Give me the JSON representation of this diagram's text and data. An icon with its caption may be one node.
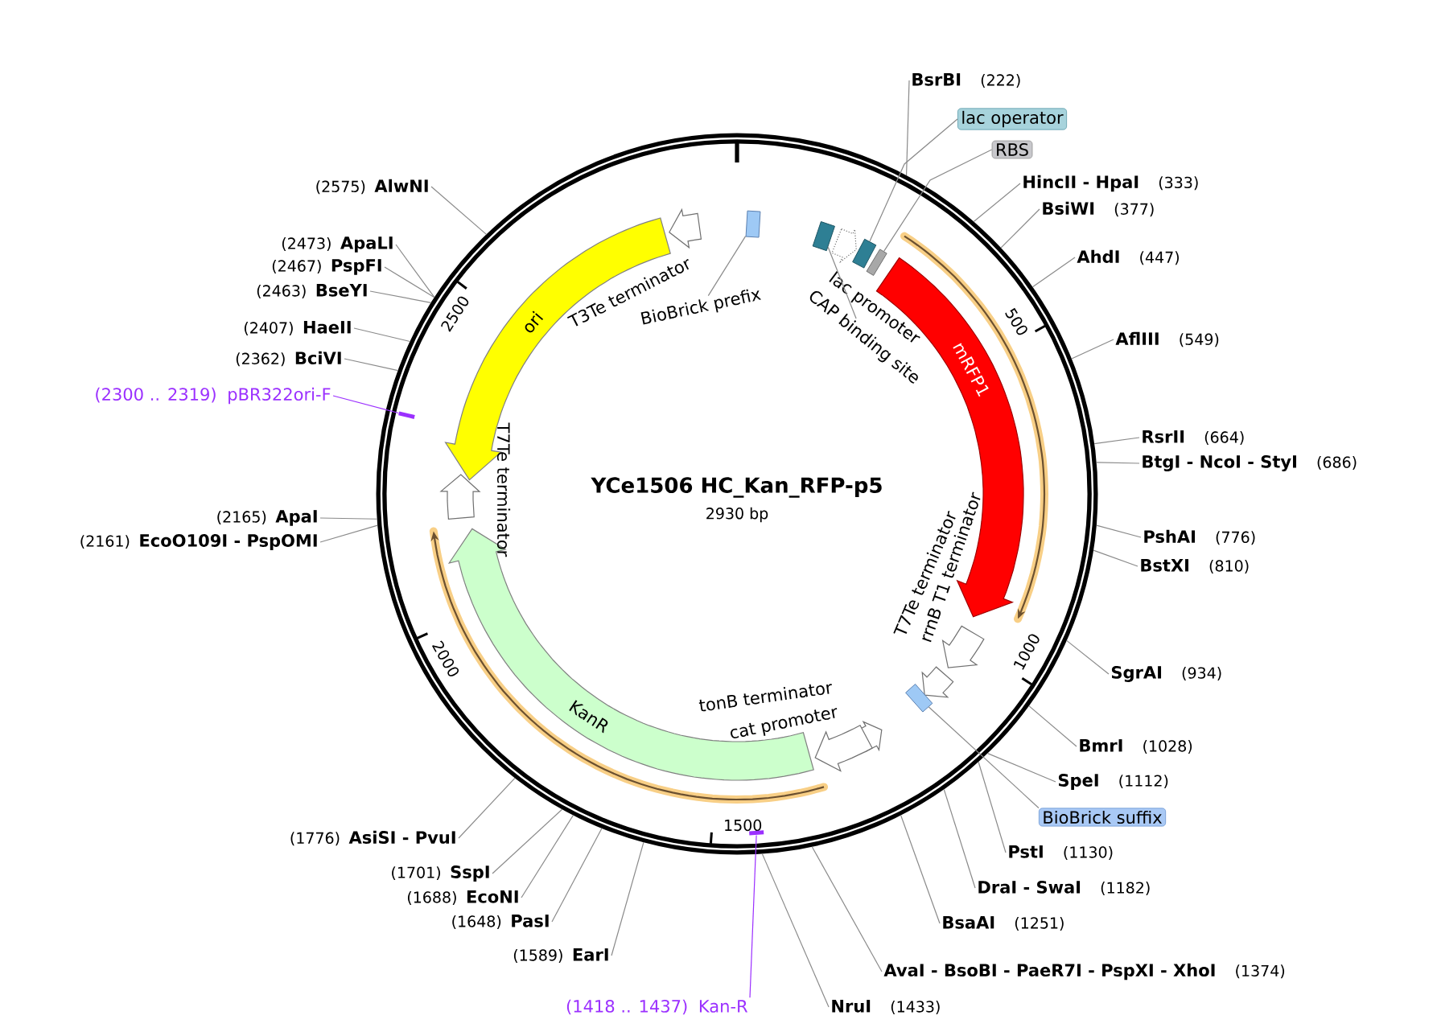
{
  "diagram": {
    "title": "YCe1506 HC_Kan_RFP-p5",
    "nodes": [
      {
        "text": [
          "ori"
        ],
        "in": 52
      },
      {
        "text": [
          "T3Te terminator"
        ],
        "in": 52
      },
      {
        "text": [
          "BioBrick prefix"
        ],
        "in": 52
      },
      {
        "text": [
          "CAP binding site"
        ],
        "in": 52
      },
      {
        "text": [
          "lac promoter"
        ],
        "in": 52
      },
      {
        "text": [],
        "shape": "box",
        "in": 52
      },
      {
        "text": [],
        "shape": "box",
        "in": 52
      },
      {
        "text": [
          "mRFP1"
        ],
        "in": 52
      },
      {
        "text": [
          "rrnB T1 terminator"
        ],
        "in": 52
      },
      {
        "text": [
          "T7Te terminator"
        ],
        "in": 52
      },
      {
        "text": [],
        "shape": "box",
        "in": 52
      },
      {
        "text": [
          "tonB terminator"
        ],
        "in": 52
      },
      {
        "text": [
          "cat promoter"
        ],
        "in": 52
      },
      {
        "text": [
          "KanR"
        ],
        "in": 52
      },
      {
        "text": [
          "T7Te terminator"
        ],
        "in": 52
      },
      {
        "text": [],
        "shape": "bar",
        "in": 52
      },
      {
        "text": [],
        "shape": "bar",
        "in": 52
      },
      {
        "text": [
          "lac operator"
        ]
      },
      {
        "text": [
          "RBS"
        ]
      },
      {
        "text": [
          "BioBrick suffix"
        ]
      },
      {
        "text": [
          "(2300 .. 2319)",
          "pBR322ori-F"
        ]
      },
      {
        "text": [
          "(1418 .. 1437)",
          "Kan-R"
        ]
      },
      {
        "text": [
          "BsrBI",
          "(222)"
        ]
      },
      {
        "text": [
          "HincII - HpaI",
          "(333)"
        ]
      },
      {
        "text": [
          "BsiWI",
          "(377)"
        ]
      },
      {
        "text": [
          "AhdI",
          "(447)"
        ]
      },
      {
        "text": [
          "AflIII",
          "(549)"
        ]
      },
      {
        "text": [
          "RsrII",
          "(664)"
        ]
      },
      {
        "text": [
          "BtgI - NcoI - StyI",
          "(686)"
        ]
      },
      {
        "text": [
          "PshAI",
          "(776)"
        ]
      },
      {
        "text": [
          "BstXI",
          "(810)"
        ]
      },
      {
        "text": [
          "SgrAI",
          "(934)"
        ]
      },
      {
        "text": [
          "BmrI",
          "(1028)"
        ]
      },
      {
        "text": [
          "SpeI",
          "(1112)"
        ]
      },
      {
        "text": [
          "PstI",
          "(1130)"
        ]
      },
      {
        "text": [
          "DraI - SwaI",
          "(1182)"
        ]
      },
      {
        "text": [
          "BsaAI",
          "(1251)"
        ]
      },
      {
        "text": [
          "AvaI - BsoBI - PaeR7I - PspXI - XhoI",
          "(1374)"
        ]
      },
      {
        "text": [
          "NruI",
          "(1433)"
        ]
      },
      {
        "text": [
          "(1589)",
          "EarI"
        ]
      },
      {
        "text": [
          "(1648)",
          "PasI"
        ]
      },
      {
        "text": [
          "(1688)",
          "EcoNI"
        ]
      },
      {
        "text": [
          "(1701)",
          "SspI"
        ]
      },
      {
        "text": [
          "(1776)",
          "AsiSI - PvuI"
        ]
      },
      {
        "text": [
          "(2161)",
          "EcoO109I - PspOMI"
        ]
      },
      {
        "text": [
          "(2165)",
          "ApaI"
        ]
      },
      {
        "text": [
          "(2362)",
          "BciVI"
        ]
      },
      {
        "text": [
          "(2407)",
          "HaeII"
        ]
      },
      {
        "text": [
          "(2463)",
          "BseYI"
        ]
      },
      {
        "text": [
          "(2467)",
          "PspFI"
        ]
      },
      {
        "text": [
          "(2473)",
          "ApaLI"
        ]
      },
      {
        "text": [
          "(2575)",
          "AlwNI"
        ]
      },
      {
        "text": [],
        "shape": "circle"
      },
      {
        "text": [],
        "shape": "box",
        "in": 52
      },
      {
        "text": [],
        "shape": "box",
        "in": 52
      }
    ],
    "edges": [
      {
        "from": 17,
        "to": 5,
        "arrow": "none"
      },
      {
        "from": 18,
        "to": 6,
        "arrow": "none"
      },
      {
        "from": 19,
        "to": 10,
        "arrow": "none"
      },
      {
        "from": 20,
        "to": 15,
        "arrow": "none",
        "color": "#9b30ff"
      },
      {
        "from": 21,
        "to": 16,
        "arrow": "none",
        "color": "#9b30ff"
      },
      {
        "from": 22,
        "to": 52,
        "arrow": "none"
      },
      {
        "from": 23,
        "to": 52,
        "arrow": "none"
      },
      {
        "from": 24,
        "to": 52,
        "arrow": "none"
      },
      {
        "from": 25,
        "to": 52,
        "arrow": "none"
      },
      {
        "from": 26,
        "to": 52,
        "arrow": "none"
      },
      {
        "from": 27,
        "to": 52,
        "arrow": "none"
      },
      {
        "from": 28,
        "to": 52,
        "arrow": "none"
      },
      {
        "from": 29,
        "to": 52,
        "arrow": "none"
      },
      {
        "from": 30,
        "to": 52,
        "arrow": "none"
      },
      {
        "from": 31,
        "to": 52,
        "arrow": "none"
      },
      {
        "from": 32,
        "to": 52,
        "arrow": "none"
      },
      {
        "from": 33,
        "to": 52,
        "arrow": "none"
      },
      {
        "from": 34,
        "to": 52,
        "arrow": "none"
      },
      {
        "from": 35,
        "to": 52,
        "arrow": "none"
      },
      {
        "from": 36,
        "to": 52,
        "arrow": "none"
      },
      {
        "from": 37,
        "to": 52,
        "arrow": "none"
      },
      {
        "from": 38,
        "to": 52,
        "arrow": "none"
      },
      {
        "from": 39,
        "to": 52,
        "arrow": "none"
      },
      {
        "from": 40,
        "to": 52,
        "arrow": "none"
      },
      {
        "from": 41,
        "to": 52,
        "arrow": "none"
      },
      {
        "from": 42,
        "to": 52,
        "arrow": "none"
      },
      {
        "from": 43,
        "to": 52,
        "arrow": "none"
      },
      {
        "from": 44,
        "to": 52,
        "arrow": "none"
      },
      {
        "from": 45,
        "to": 52,
        "arrow": "none"
      },
      {
        "from": 46,
        "to": 52,
        "arrow": "none"
      },
      {
        "from": 47,
        "to": 52,
        "arrow": "none"
      },
      {
        "from": 48,
        "to": 52,
        "arrow": "none"
      },
      {
        "from": 49,
        "to": 52,
        "arrow": "none"
      },
      {
        "from": 50,
        "to": 52,
        "arrow": "none"
      },
      {
        "from": 51,
        "to": 52,
        "arrow": "none"
      },
      {
        "from": 2,
        "to": 53,
        "arrow": "none"
      },
      {
        "from": 3,
        "to": 54,
        "arrow": "none"
      }
    ],
    "labels": [
      "2930 bp",
      "500",
      "1000",
      "1500",
      "2000",
      "2500"
    ]
  }
}
